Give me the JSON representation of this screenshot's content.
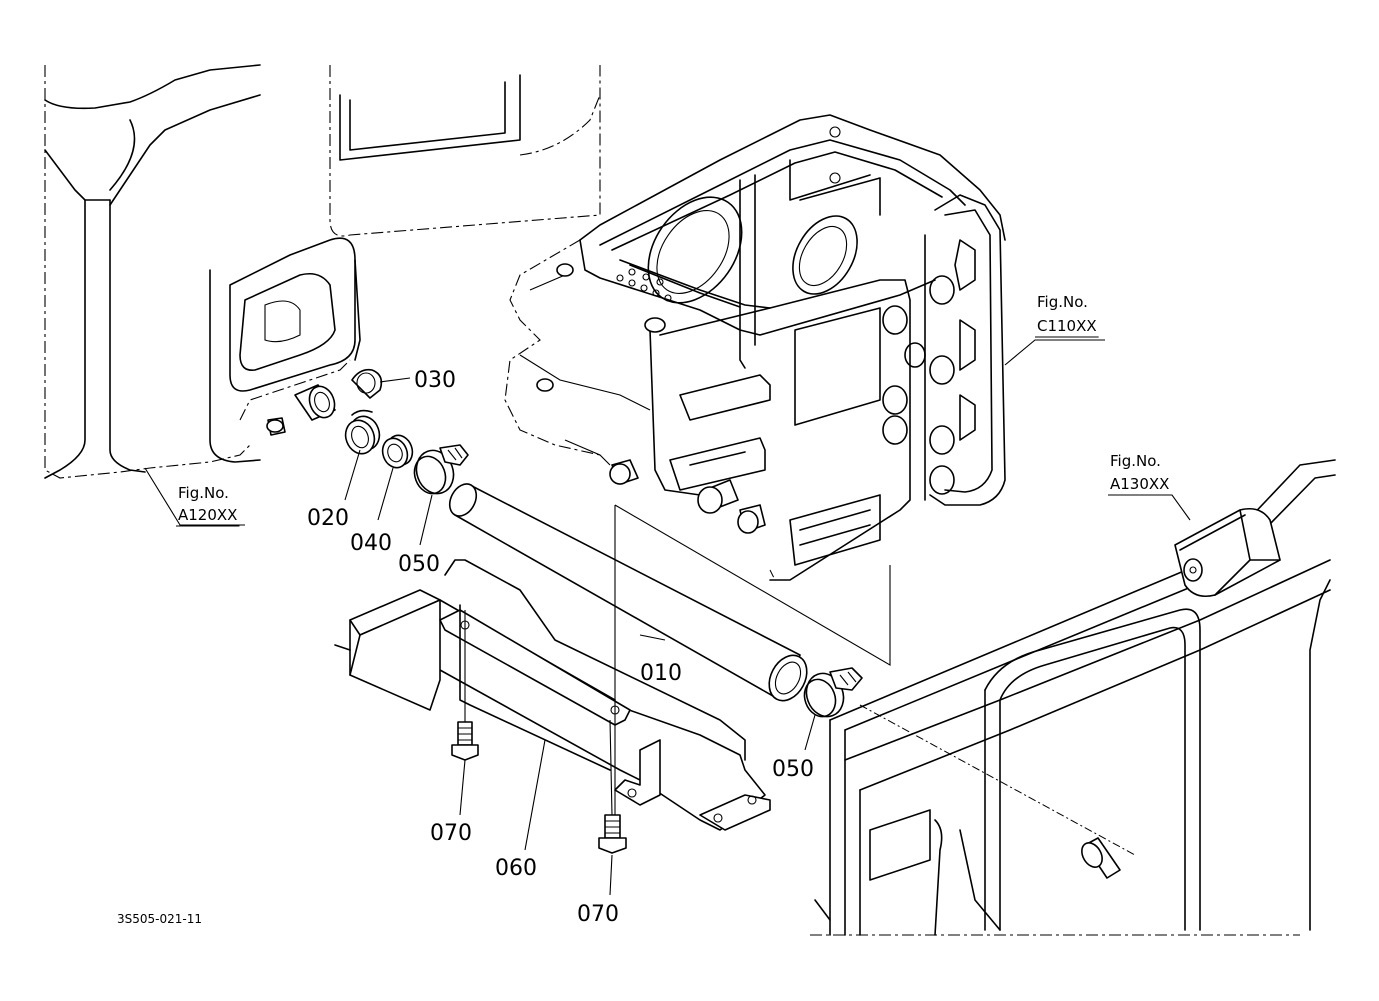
{
  "figure_refs": [
    {
      "label": "Fig.No.",
      "code": "A120XX"
    },
    {
      "label": "Fig.No.",
      "code": "C110XX"
    },
    {
      "label": "Fig.No.",
      "code": "A130XX"
    }
  ],
  "part_numbers": {
    "p010": "010",
    "p020": "020",
    "p030": "030",
    "p040": "040",
    "p050a": "050",
    "p050b": "050",
    "p060": "060",
    "p070a": "070",
    "p070b": "070"
  },
  "drawing_code": "3S505-021-11"
}
